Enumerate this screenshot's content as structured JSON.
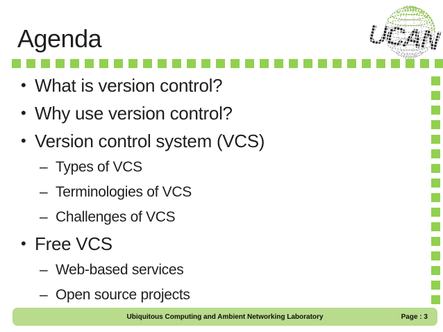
{
  "slide": {
    "title": "Agenda"
  },
  "agenda": {
    "bullet_marker": "•",
    "dash_marker": "–",
    "items": [
      {
        "level": 1,
        "text": "What is version control?"
      },
      {
        "level": 1,
        "text": "Why use version control?"
      },
      {
        "level": 1,
        "text": "Version control system (VCS)"
      },
      {
        "level": 2,
        "text": "Types of VCS"
      },
      {
        "level": 2,
        "text": "Terminologies of VCS"
      },
      {
        "level": 2,
        "text": "Challenges of VCS"
      },
      {
        "level": 1,
        "text": "Free VCS"
      },
      {
        "level": 2,
        "text": "Web-based services"
      },
      {
        "level": 2,
        "text": "Open source projects"
      }
    ]
  },
  "logo": {
    "text": "UCAN"
  },
  "footer": {
    "lab_name": "Ubiquitous Computing and Ambient Networking Laboratory",
    "page_label": "Page : 3"
  },
  "colors": {
    "accent_green": "#92d050",
    "footer_green": "#b9db8c",
    "logo_green": "#8cc63f",
    "logo_gray": "#b5b5b5",
    "text_color": "#1f1f1f"
  }
}
